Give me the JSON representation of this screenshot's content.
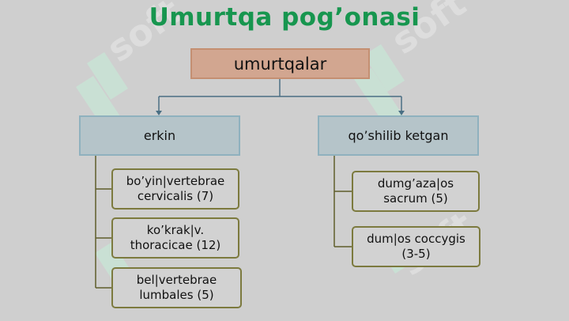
{
  "title": "Umurtqa pog’onasi",
  "root": "umurtqalar",
  "branches": {
    "left": {
      "label": "erkin",
      "items": [
        {
          "line1": "bo’yin|vertebrae",
          "line2": "cervicalis (7)"
        },
        {
          "line1": "ko’krak|v.",
          "line2": "thoracicae (12)"
        },
        {
          "line1": "bel|vertebrae",
          "line2": "lumbales (5)"
        }
      ]
    },
    "right": {
      "label": "qo’shilib ketgan",
      "items": [
        {
          "line1": "dumg’aza|os",
          "line2": "sacrum (5)"
        },
        {
          "line1": "dum|os coccygis",
          "line2": "(3-5)"
        }
      ]
    }
  },
  "colors": {
    "title": "#17964f",
    "root_fill": "#d2a690",
    "branch_fill": "#b5c4c9",
    "leaf_border": "#7c7a3e",
    "connector": "#4a6f84",
    "watermark": "#c8ecd9"
  }
}
